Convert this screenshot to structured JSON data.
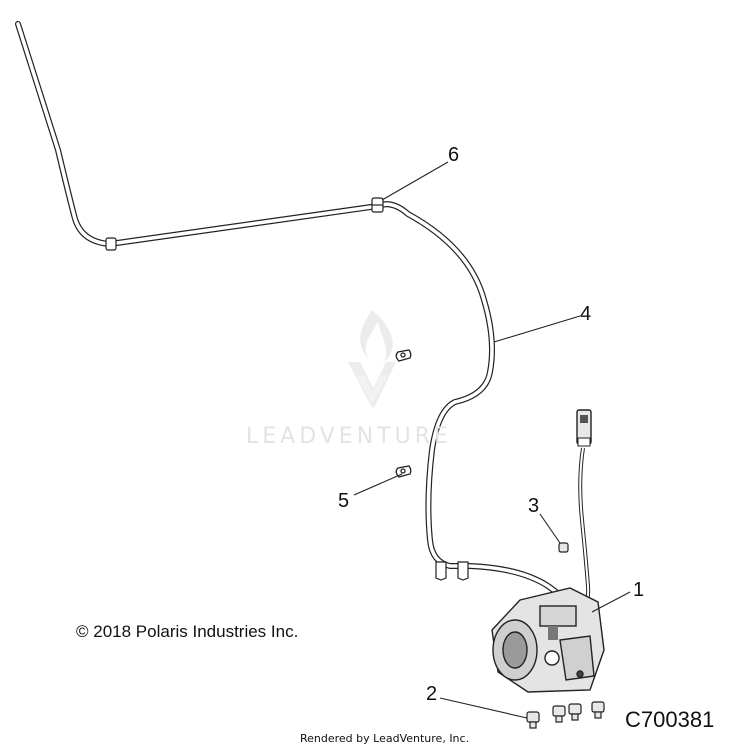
{
  "diagram": {
    "callouts": [
      {
        "id": "1",
        "label": "1"
      },
      {
        "id": "2",
        "label": "2"
      },
      {
        "id": "3",
        "label": "3"
      },
      {
        "id": "4",
        "label": "4"
      },
      {
        "id": "5",
        "label": "5"
      },
      {
        "id": "6",
        "label": "6"
      }
    ],
    "copyright": "© 2018 Polaris Industries Inc.",
    "figure_code": "C700381",
    "rendered_by": "Rendered by LeadVenture, Inc.",
    "watermark": "LEADVENTURE",
    "colors": {
      "line": "#222222",
      "part_fill": "#e6e6e6",
      "watermark": "#e3e3e3"
    }
  }
}
